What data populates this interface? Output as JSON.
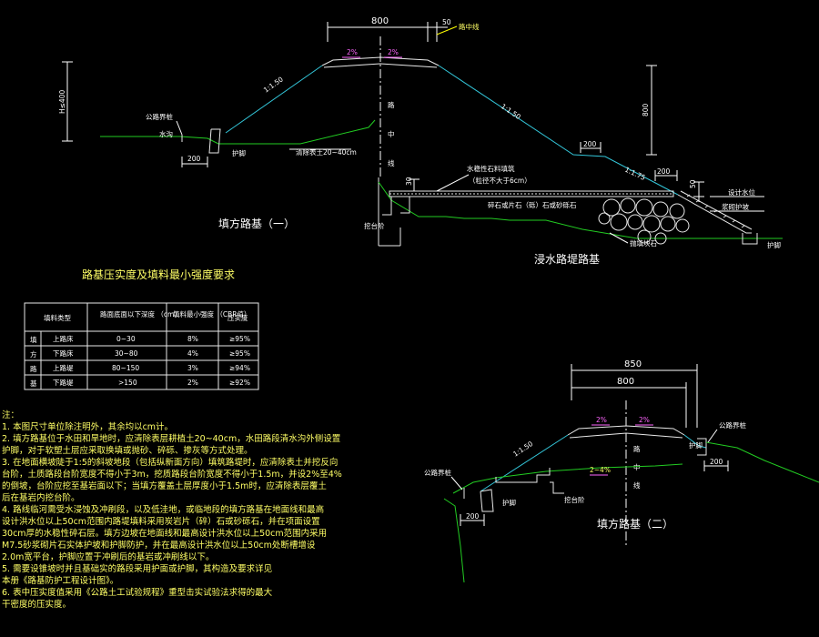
{
  "drawing": {
    "fill_section_1": {
      "title": "填方路基（一）",
      "dims": {
        "top_width": "800",
        "right_offset": "50",
        "height_left": "H≤400",
        "height_right": "800",
        "toe_left": "200",
        "berm": "200",
        "berm_right": "200",
        "water_offset": "50"
      },
      "slopes": {
        "left": "1:1.50",
        "right_upper": "1:1.50",
        "right_lower": "1:1.75"
      },
      "crossfall": {
        "left": "2%",
        "right": "2%"
      },
      "labels": {
        "cl_mark": "路中线",
        "cl_top": "路",
        "cl_mid": "中",
        "cl_bot": "线",
        "edge_stake": "公路界桩",
        "ditch": "水沟",
        "guard": "护脚",
        "clear_soil": "清除表土20~40cm"
      }
    },
    "submerged_section": {
      "title": "浸水路堤路基",
      "labels": {
        "filter_layer": "水稳性石料填筑",
        "filter_note": "（粒径不大于6cm）",
        "gravel": "碎石或片石（砾）石或砂砾石",
        "bench": "挖台阶",
        "riprap": "抛填块石",
        "design_level": "设计水位",
        "slope_protection": "浆砌护坡",
        "toe": "护脚"
      },
      "dims": {
        "h30": "30",
        "h50": "50"
      }
    },
    "fill_section_2": {
      "title": "填方路基（二）",
      "dims": {
        "outer_width": "850",
        "top_width": "800",
        "toe_left": "200",
        "toe_right": "200"
      },
      "slopes": {
        "left": "1:1.50"
      },
      "crossfall": {
        "left": "2%",
        "right": "2%",
        "step": "2~4%"
      },
      "labels": {
        "cl_top": "路",
        "cl_mid": "中",
        "cl_bot": "线",
        "edge_stake_left": "公路界桩",
        "edge_stake_right": "公路界桩",
        "guard_left": "护脚",
        "guard_right": "护脚",
        "bench": "挖台阶"
      }
    }
  },
  "table": {
    "title": "路基压实度及填料最小强度要求",
    "headers": [
      "填料类型",
      "路面底面以下深度\n（cm）",
      "填料最小强度\n（CBR值）",
      "压实度"
    ],
    "group_label": [
      "填",
      "方",
      "路",
      "基"
    ],
    "rows": [
      {
        "type": "上路床",
        "depth": "0~30",
        "cbr": "8%",
        "comp": "≥95%"
      },
      {
        "type": "下路床",
        "depth": "30~80",
        "cbr": "4%",
        "comp": "≥95%"
      },
      {
        "type": "上路堤",
        "depth": "80~150",
        "cbr": "3%",
        "comp": "≥94%"
      },
      {
        "type": "下路堤",
        "depth": ">150",
        "cbr": "2%",
        "comp": "≥92%"
      }
    ]
  },
  "notes": {
    "heading": "注：",
    "lines": [
      "1. 本图尺寸单位除注明外，其余均以cm计。",
      "2. 填方路基位于水田和旱地时，应清除表层耕植土20~40cm，水田路段清水沟外侧设置",
      "   护脚，对于软塑土层应采取换填或抛砂、碎砾、掺灰等方式处理。",
      "3. 在地面横坡陡于1:5的斜坡地段（包括纵新面方向）填筑路堤时，应清除表土并挖反向",
      "   台阶，土质路段台阶宽度不得小于3m，挖质路段台阶宽度不得小于1.5m，并设2%至4%",
      "   的倒坡，台阶应挖至基岩面以下；当填方覆盖土层厚度小于1.5m时，应清除表层覆土",
      "   后在基岩内挖台阶。",
      "4. 路线临河需受水浸蚀及冲刷段，以及低洼地，或临地段的填方路基在地面线和最高",
      "   设计洪水位以上50cm范围内路堤填料采用炭岩片（碎）石或砂砾石，并在项面设置",
      "   30cm厚的水稳性碎石层。填方边坡在地面线和最高设计洪水位以上50cm范围内采用",
      "   M7.5砂浆砌片石实体护坡和护脚防护，并在最高设计洪水位以上50cm处断槽增设",
      "   2.0m宽平台，护脚应置于冲刷后的基岩或冲刷线以下。",
      "5. 需要设锥坡时并且基础实的路段采用护面或护脚，其构造及要求详见",
      "   本册《路基防护工程设计图》。",
      "6. 表中压实度值采用《公路土工试验规程》重型击实试验法求得的最大",
      "   干密度的压实度。"
    ]
  }
}
